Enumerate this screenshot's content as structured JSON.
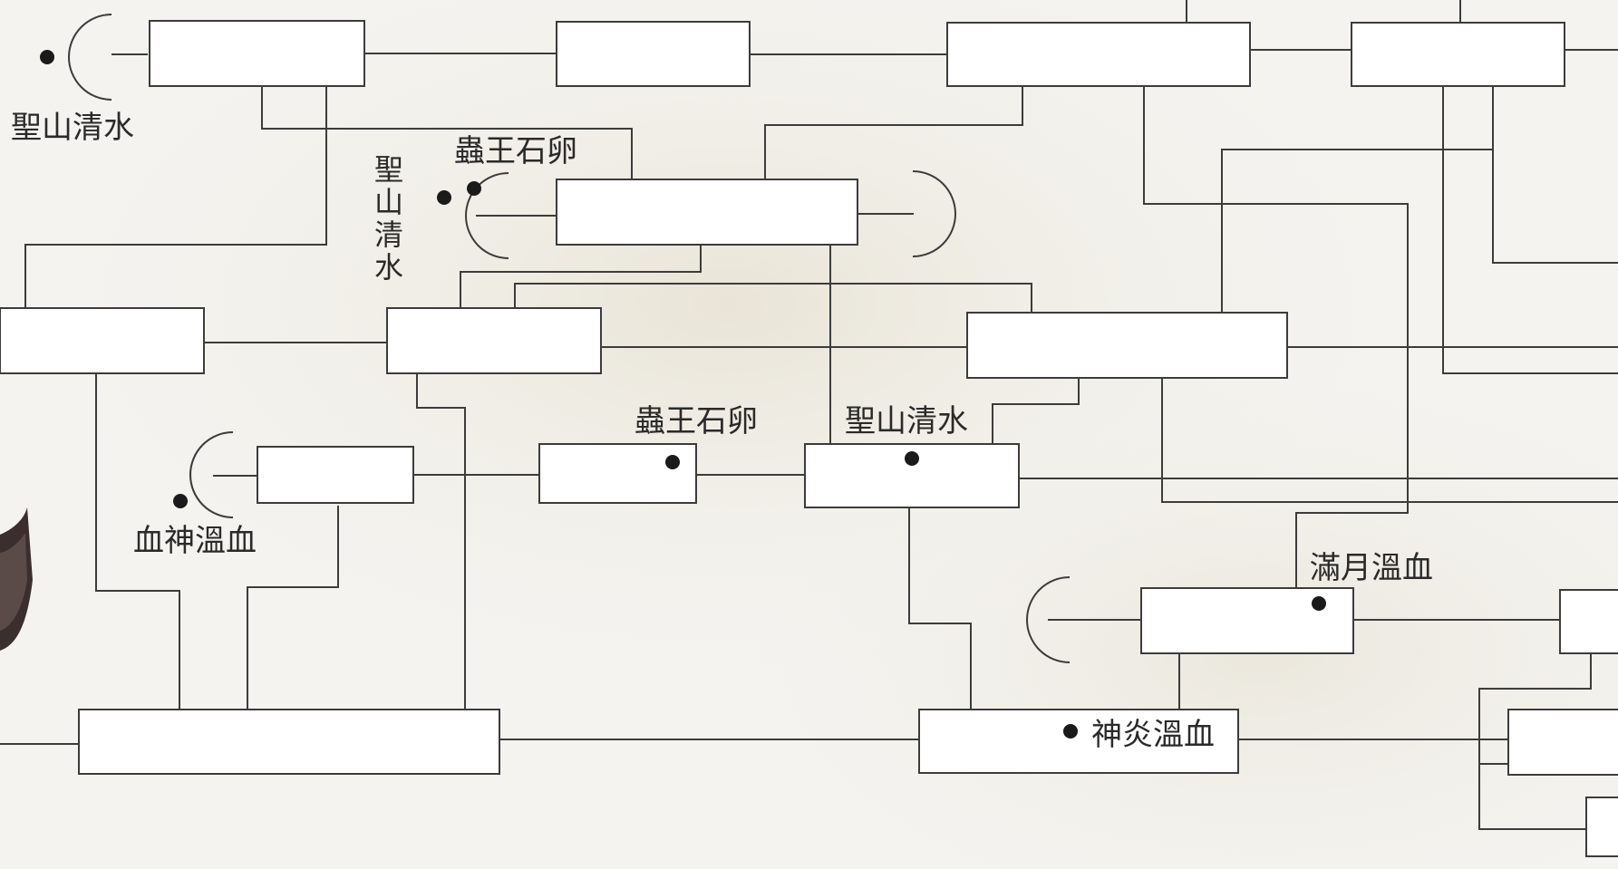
{
  "labels": {
    "top_left": "聖山清水",
    "vertical": [
      "聖",
      "山",
      "清",
      "水"
    ],
    "insect_upper": "蟲王石卵",
    "insect_middle": "蟲王石卵",
    "holy_middle": "聖山清水",
    "blood_god": "血神溫血",
    "full_moon": "滿月溫血",
    "divine_flame": "神炎溫血"
  },
  "colors": {
    "line": "#3c3c3c",
    "paper": "#f3f2ee",
    "box_fill": "#ffffff",
    "dot": "#1a1a1a"
  }
}
